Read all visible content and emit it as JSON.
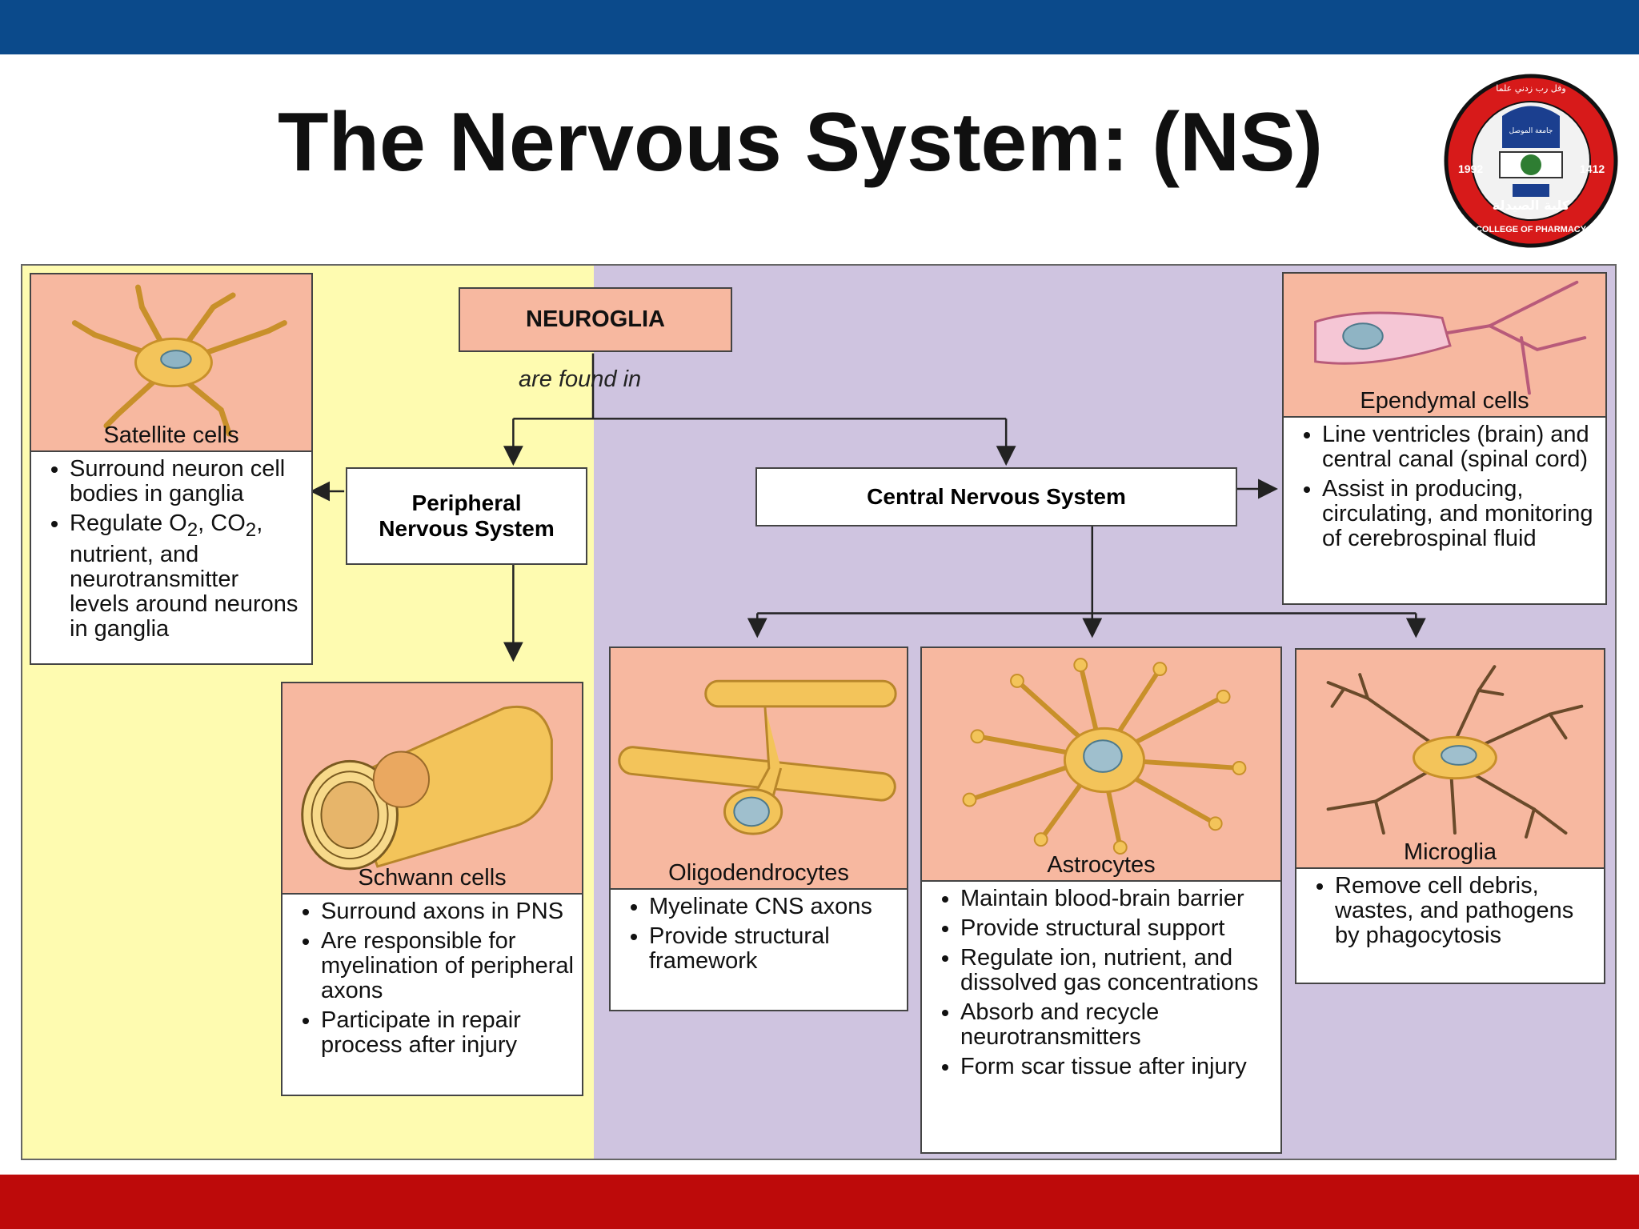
{
  "slide": {
    "title": "The Nervous System: (NS)",
    "colors": {
      "top_bar": "#0b4a8b",
      "bottom_bar": "#bd0a0a",
      "pns_bg": "#fefbb0",
      "cns_bg": "#cfc4e0",
      "header_fill": "#f7b8a0"
    }
  },
  "logo": {
    "icon": "college-seal-icon",
    "year_left": "1992",
    "year_right": "1412",
    "arabic_top": "وقل رب زدني علما",
    "arabic_university": "جامعة الموصل",
    "arabic_college": "كلية الصيدلة",
    "english": "COLLEGE OF PHARMACY"
  },
  "diagram": {
    "root": "NEUROGLIA",
    "found_in": "are found in",
    "pns": {
      "line1": "Peripheral",
      "line2": "Nervous System"
    },
    "cns": "Central Nervous System",
    "satellite": {
      "name": "Satellite cells",
      "b1": "Surround neuron cell bodies in ganglia",
      "b2_pre": "Regulate O",
      "b2_sub1": "2",
      "b2_mid": ", CO",
      "b2_sub2": "2",
      "b2_post": ", nutrient, and neurotransmitter levels around neurons in ganglia"
    },
    "schwann": {
      "name": "Schwann cells",
      "b1": "Surround axons in PNS",
      "b2": "Are responsible for myelination of peripheral axons",
      "b3": "Participate in repair process after injury"
    },
    "ependymal": {
      "name": "Ependymal cells",
      "b1": "Line ventricles (brain) and central canal (spinal cord)",
      "b2": "Assist in producing, circulating, and monitoring of cerebrospinal fluid"
    },
    "oligodendrocytes": {
      "name": "Oligodendrocytes",
      "b1": "Myelinate CNS axons",
      "b2": "Provide structural framework"
    },
    "astrocytes": {
      "name": "Astrocytes",
      "b1": "Maintain blood-brain barrier",
      "b2": "Provide structural support",
      "b3": "Regulate ion, nutrient, and dissolved gas concentrations",
      "b4": "Absorb and recycle neurotransmitters",
      "b5": "Form scar tissue after injury"
    },
    "microglia": {
      "name": "Microglia",
      "b1": "Remove cell debris, wastes, and pathogens by phagocytosis"
    }
  }
}
